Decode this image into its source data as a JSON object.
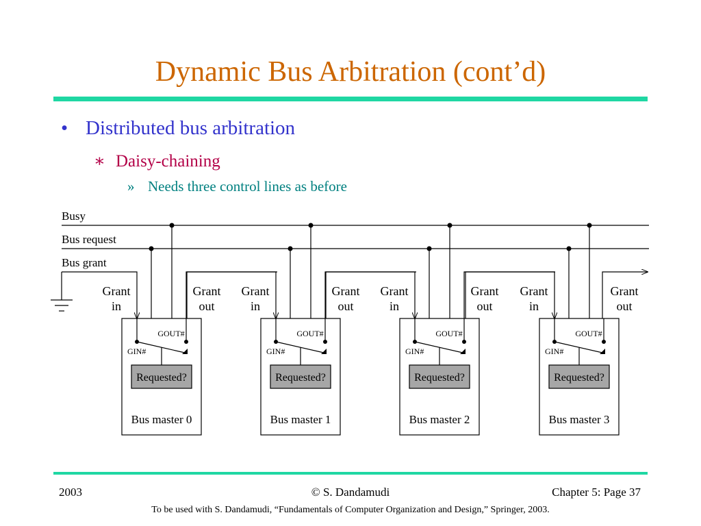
{
  "slide": {
    "title": "Dynamic Bus Arbitration (cont’d)"
  },
  "bullets": {
    "level1": {
      "mark": "•",
      "text": "Distributed bus arbitration"
    },
    "level2": {
      "mark": "∗",
      "text": "Daisy-chaining"
    },
    "level3": {
      "mark": "»",
      "text": "Needs three control lines as before"
    }
  },
  "diagram": {
    "lines": [
      "Busy",
      "Bus request",
      "Bus grant"
    ],
    "grant_in": [
      "Grant",
      "in"
    ],
    "grant_out": [
      "Grant",
      "out"
    ],
    "gout_label": "GOUT#",
    "gin_label": "GIN#",
    "requested_label": "Requested?",
    "masters": [
      "Bus master 0",
      "Bus master 1",
      "Bus master 2",
      "Bus master 3"
    ]
  },
  "footer": {
    "year": "2003",
    "copyright": "© S. Dandamudi",
    "page": "Chapter 5: Page 37",
    "note": "To be used with S. Dandamudi, “Fundamentals of Computer Organization and Design,” Springer, 2003."
  },
  "colors": {
    "title": "#cc6600",
    "level1": "#3333cc",
    "level2": "#b30047",
    "level3": "#008080",
    "rule": "#1fd7a3",
    "requested_fill": "#a6a6a6"
  }
}
